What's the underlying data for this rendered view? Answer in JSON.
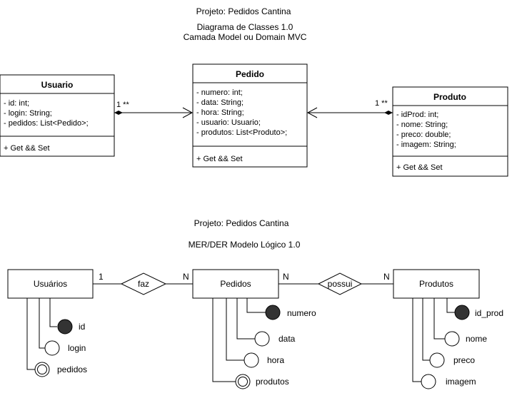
{
  "top": {
    "project_title": "Projeto: Pedidos Cantina",
    "subtitle_1": "Diagrama de Classes 1.0",
    "subtitle_2": "Camada Model ou Domain MVC"
  },
  "classes": {
    "usuario": {
      "name": "Usuario",
      "attributes": [
        "- id: int;",
        "- login: String;",
        "- pedidos: List<Pedido>;"
      ],
      "methods": "+ Get && Set"
    },
    "pedido": {
      "name": "Pedido",
      "attributes": [
        "- numero: int;",
        "- data: String;",
        "- hora: String;",
        "- usuario: Usuario;",
        "- produtos: List<Produto>;"
      ],
      "methods": "+ Get && Set"
    },
    "produto": {
      "name": "Produto",
      "attributes": [
        "- idProd: int;",
        "- nome: String;",
        "- preco: double;",
        "- imagem: String;"
      ],
      "methods": "+ Get && Set"
    }
  },
  "class_multiplicities": {
    "usuario_pedido": "1 **",
    "produto_pedido": "1 **"
  },
  "bottom": {
    "project_title": "Projeto: Pedidos Cantina",
    "subtitle": "MER/DER Modelo Lógico 1.0"
  },
  "entities": {
    "usuarios": "Usuários",
    "pedidos": "Pedidos",
    "produtos": "Produtos"
  },
  "relationships": {
    "faz": "faz",
    "possui": "possui"
  },
  "cardinalities": {
    "faz_left": "1",
    "faz_right": "N",
    "possui_left": "N",
    "possui_right": "N"
  },
  "er_attributes": {
    "usuarios": [
      "id",
      "login",
      "pedidos"
    ],
    "pedidos": [
      "numero",
      "data",
      "hora",
      "produtos"
    ],
    "produtos": [
      "id_prod",
      "nome",
      "preco",
      "imagem"
    ]
  }
}
